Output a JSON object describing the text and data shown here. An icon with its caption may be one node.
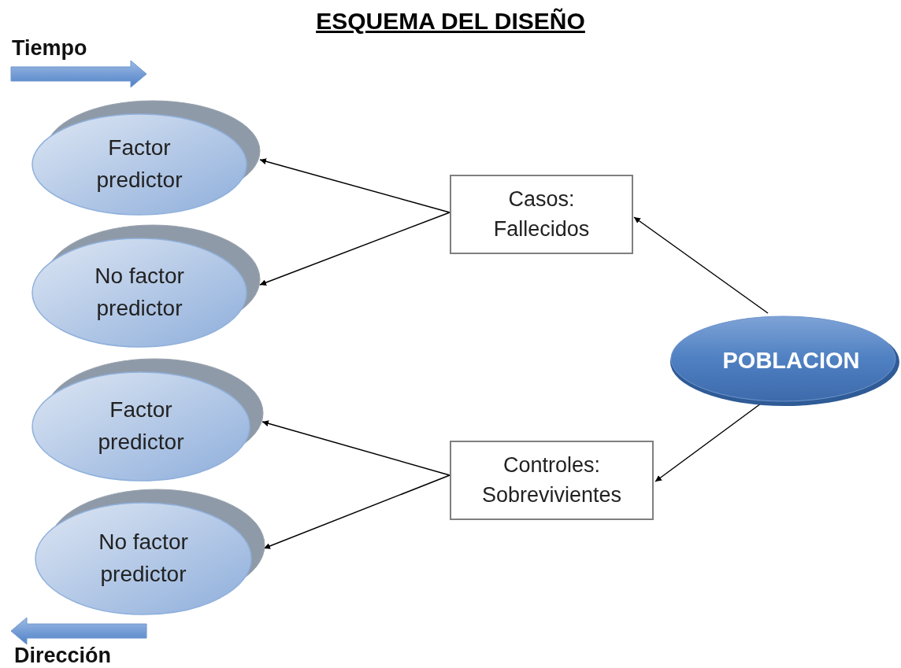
{
  "diagram": {
    "title": "ESQUEMA DEL DISEÑO",
    "nodes": [
      {
        "text": [
          "Factor predictor"
        ]
      },
      {
        "text": [
          "No factor predictor"
        ]
      },
      {
        "text": [
          "Factor predictor"
        ]
      },
      {
        "text": [
          "No factor predictor"
        ]
      },
      {
        "text": [
          "Casos: Fallecidos"
        ]
      },
      {
        "text": [
          "Controles: Sobrevivientes"
        ]
      },
      {
        "text": [
          "POBLACION"
        ]
      }
    ],
    "edges": [
      {
        "from": 6,
        "to": 4,
        "arrow": "to"
      },
      {
        "from": 6,
        "to": 5,
        "arrow": "to"
      },
      {
        "from": 4,
        "to": 0,
        "arrow": "to"
      },
      {
        "from": 4,
        "to": 1,
        "arrow": "to"
      },
      {
        "from": 5,
        "to": 2,
        "arrow": "to"
      },
      {
        "from": 5,
        "to": 3,
        "arrow": "to"
      }
    ],
    "labels": [
      "Tiempo",
      "Dirección"
    ]
  }
}
